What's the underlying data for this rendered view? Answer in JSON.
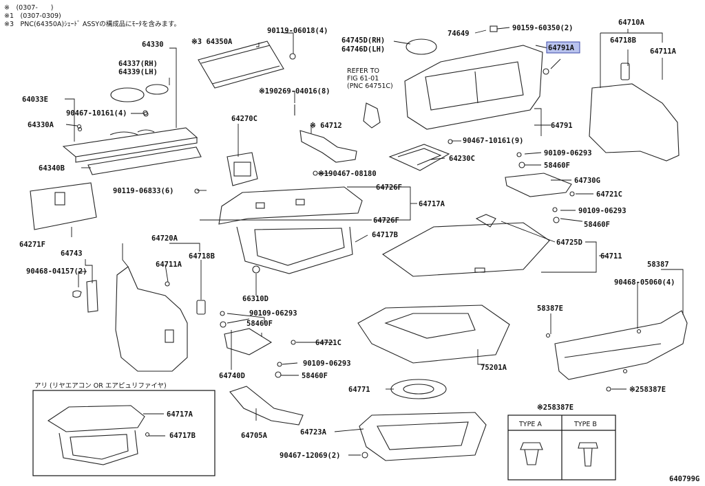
{
  "notes": [
    "※　(0307-　　)",
    "※1　(0307-0309)",
    "※3　PNC(64350A)ｼｪｰﾄﾞ ASSYの構成品にﾓｰﾀを含みます。"
  ],
  "reference": [
    "REFER TO",
    "FIG 61-01",
    "(PNC 64751C)"
  ],
  "inset_title": "アリ (リヤエアコン OR エアピュリファイヤ)",
  "type_table": {
    "header": "※258387E",
    "type_a": "TYPE A",
    "type_b": "TYPE B"
  },
  "highlighted_part": "64791A",
  "figure_code": "640799G",
  "labels": {
    "l64330": "64330",
    "l64337": "64337(RH)",
    "l64339": "64339(LH)",
    "l64033E": "64033E",
    "l90467_10161_4": "90467-10161(4)",
    "l64330A": "64330A",
    "l64340B": "64340B",
    "l64271F": "64271F",
    "l64743": "64743",
    "l90468_04157": "90468-04157(2)",
    "l64350A": "※3 64350A",
    "l90119_06018": "90119-06018(4)",
    "l190269": "※190269-04016(8)",
    "l64270C": "64270C",
    "l64712": "※ 64712",
    "l190467_08180": "※190467-08180",
    "l90119_06833": "90119-06833(6)",
    "l64726F_1": "64726F",
    "l64717A": "64717A",
    "l64726F_2": "64726F",
    "l64717B": "64717B",
    "l64720A": "64720A",
    "l64711A_1": "64711A",
    "l64718B_1": "64718B",
    "l66310D": "66310D",
    "l90109_06293_1": "90109-06293",
    "l58460F_1": "58460F",
    "l64721C_1": "64721C",
    "l90109_06293_2": "90109-06293",
    "l58460F_2": "58460F",
    "l64740D": "64740D",
    "l64705A": "64705A",
    "l64771": "64771",
    "l64723A": "64723A",
    "l90467_12069": "90467-12069(2)",
    "l75201A": "75201A",
    "l64745D": "64745D(RH)",
    "l64746D": "64746D(LH)",
    "l74649": "74649",
    "l90159_60350": "90159-60350(2)",
    "l64791": "64791",
    "l90467_10161_9": "90467-10161(9)",
    "l64230C": "64230C",
    "l90109_06293_3": "90109-06293",
    "l58460F_3": "58460F",
    "l64730G": "64730G",
    "l64721C_2": "64721C",
    "l90109_06293_4": "90109-06293",
    "l58460F_4": "58460F",
    "l64725D": "64725D",
    "l64711": "64711",
    "l64710A": "64710A",
    "l64718B_2": "64718B",
    "l64711A_2": "64711A",
    "l58387": "58387",
    "l90468_05060": "90468-05060(4)",
    "l58387E": "58387E",
    "l258387E": "※258387E",
    "inset_64717A": "64717A",
    "inset_64717B": "64717B"
  }
}
